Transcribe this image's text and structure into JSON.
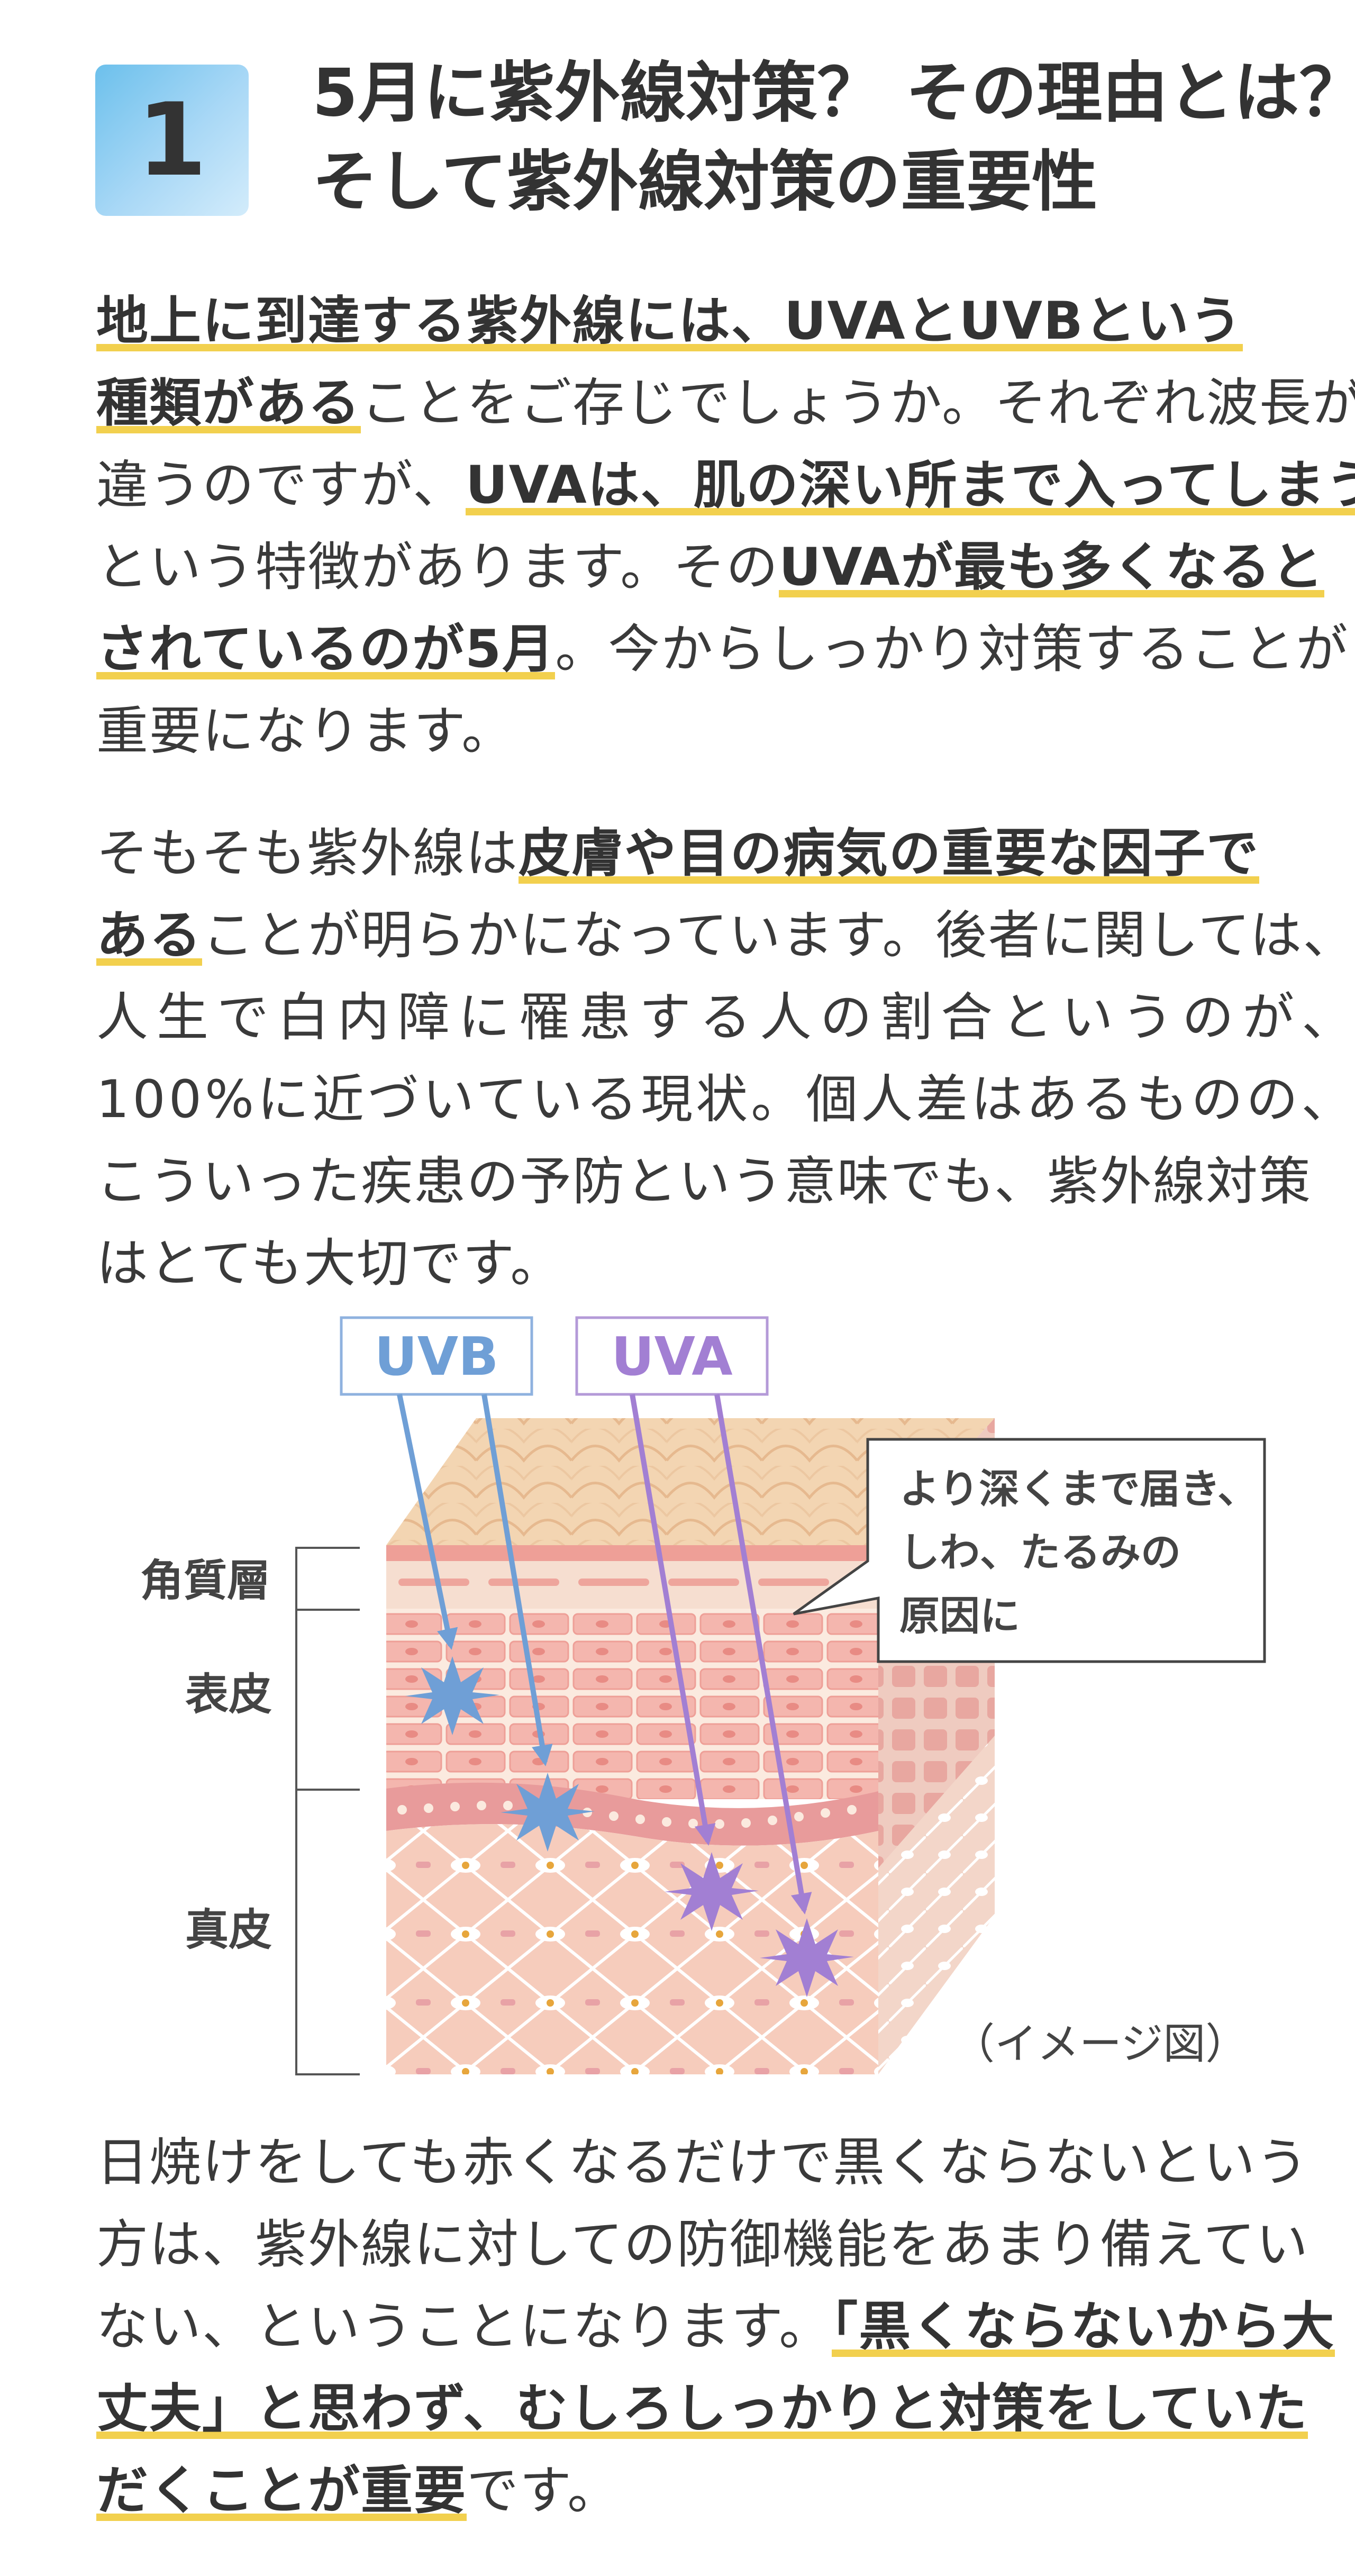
{
  "section": {
    "number": "1",
    "heading_line1": "5月に紫外線対策？ その理由とは？",
    "heading_line2": "そして紫外線対策の重要性"
  },
  "p1": {
    "l1": {
      "b1": "地上に到達する紫外線には、UVAとUVBという"
    },
    "l2": {
      "b1": "種類がある",
      "t1": "ことをご存じでしょうか。それぞれ波長が"
    },
    "l3": {
      "t1": "違うのですが、",
      "b1": "UVAは、肌の深い所まで入ってしまう"
    },
    "l4": {
      "t1": "という特徴があります。その",
      "b1": "UVAが最も多くなると"
    },
    "l5": {
      "b1": "されているのが5月",
      "t1": "。今からしっかり対策することが"
    },
    "l6": {
      "t1": "重要になります。"
    }
  },
  "p2": {
    "l1": {
      "t1": "そもそも紫外線は",
      "b1": "皮膚や目の病気の重要な因子で"
    },
    "l2": {
      "b1": "ある",
      "t1": "ことが明らかになっています。後者に関しては、"
    },
    "l3": {
      "t1": "人生で白内障に罹患する人の割合というのが、"
    },
    "l4": {
      "t1": "100%に近づいている現状。個人差はあるものの、"
    },
    "l5": {
      "t1": "こういった疾患の予防という意味でも、紫外線対策"
    },
    "l6": {
      "t1": "はとても大切です。"
    }
  },
  "figure": {
    "uvb_label": "UVB",
    "uva_label": "UVA",
    "callout_line1": "より深くまで届き、",
    "callout_line2": "しわ、たるみの",
    "callout_line3": "原因に",
    "layer1": "角質層",
    "layer2": "表皮",
    "layer3": "真皮",
    "caption": "（イメージ図）",
    "colors": {
      "uvb": "#6f9fd6",
      "uva": "#a27fd3",
      "highlight": "#f2d04e"
    }
  },
  "p3": {
    "l1": {
      "t1": "日焼けをしても赤くなるだけで黒くならないという"
    },
    "l2": {
      "t1": "方は、紫外線に対しての防御機能をあまり備えてい"
    },
    "l3": {
      "t1": "ない、ということになります。",
      "b1": "「黒くならないから大"
    },
    "l4": {
      "b1": "丈夫」と思わず、むしろしっかりと対策をしていた"
    },
    "l5": {
      "b1": "だくことが重要",
      "t1": "です。"
    }
  }
}
